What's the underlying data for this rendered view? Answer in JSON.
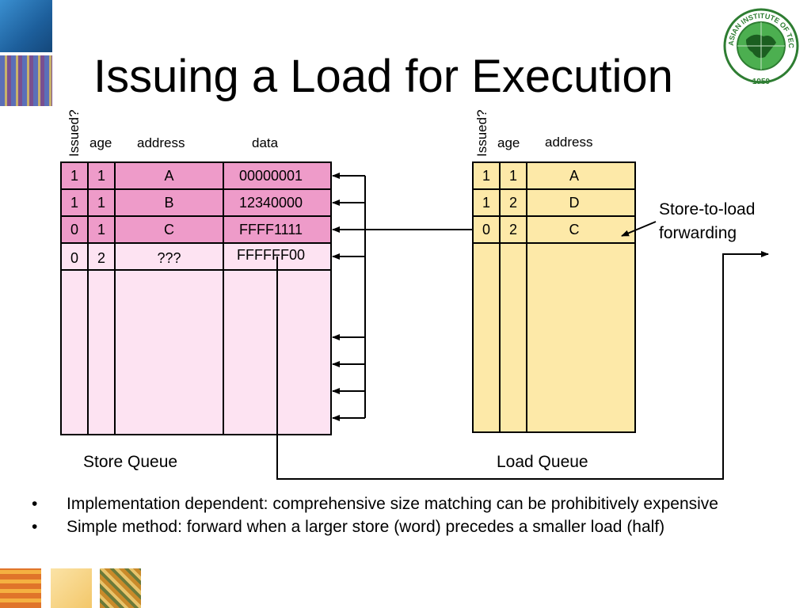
{
  "slide": {
    "title": "Issuing a Load for Execution"
  },
  "store_queue": {
    "label": "Store Queue",
    "headers": {
      "issued": "Issued?",
      "age": "age",
      "address": "address",
      "data": "data"
    },
    "rows": [
      {
        "issued": "1",
        "age": "1",
        "address": "A",
        "data": "00000001"
      },
      {
        "issued": "1",
        "age": "1",
        "address": "B",
        "data": "12340000"
      },
      {
        "issued": "0",
        "age": "1",
        "address": "C",
        "data": "FFFF1111"
      },
      {
        "issued": "0",
        "age": "2",
        "address": "???",
        "data": "FFFFFF00"
      }
    ]
  },
  "load_queue": {
    "label": "Load Queue",
    "headers": {
      "issued": "Issued?",
      "age": "age",
      "address": "address"
    },
    "rows": [
      {
        "issued": "1",
        "age": "1",
        "address": "A"
      },
      {
        "issued": "1",
        "age": "2",
        "address": "D"
      },
      {
        "issued": "0",
        "age": "2",
        "address": "C"
      }
    ]
  },
  "annotation": {
    "line1": "Store-to-load",
    "line2": "forwarding"
  },
  "bullets": [
    "Implementation dependent: comprehensive size matching can be prohibitively expensive",
    "Simple method: forward when a larger store (word) precedes a smaller load (half)"
  ],
  "logo": {
    "text": "ASIAN INSTITUTE OF TECHNOLOGY",
    "year": "1959"
  },
  "colors": {
    "store_filled": "#ee9bc9",
    "store_empty": "#fde3f2",
    "load_fill": "#fde9a8",
    "logo_green": "#2e7d32"
  }
}
